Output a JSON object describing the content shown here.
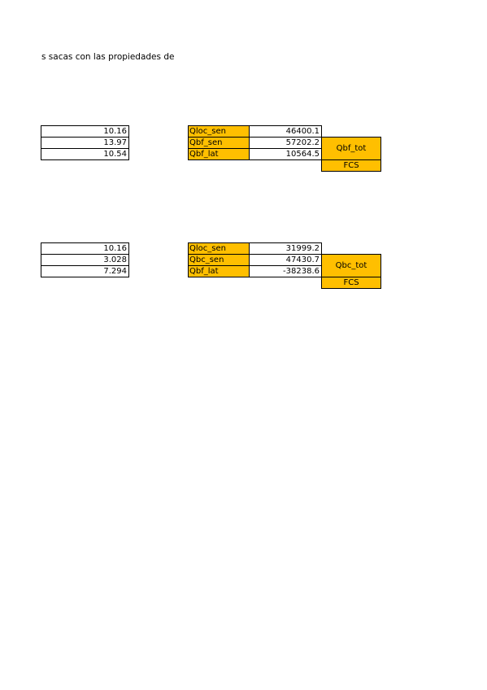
{
  "heading": "s sacas con las propiedades de",
  "block1": {
    "left_values": [
      "10.16",
      "13.97",
      "10.54"
    ],
    "rows": [
      {
        "label": "Qloc_sen",
        "value": "46400.1"
      },
      {
        "label": "Qbf_sen",
        "value": "57202.2"
      },
      {
        "label": "Qbf_lat",
        "value": "10564.5"
      }
    ],
    "total_label": "Qbf_tot",
    "fcs_label": "FCS",
    "highlight_color": "#ffbf00"
  },
  "block2": {
    "left_values": [
      "10.16",
      "3.028",
      "7.294"
    ],
    "rows": [
      {
        "label": "Qloc_sen",
        "value": "31999.2"
      },
      {
        "label": "Qbc_sen",
        "value": "47430.7"
      },
      {
        "label": "Qbf_lat",
        "value": "-38238.6"
      }
    ],
    "total_label": "Qbc_tot",
    "fcs_label": "FCS",
    "highlight_color": "#ffbf00"
  }
}
